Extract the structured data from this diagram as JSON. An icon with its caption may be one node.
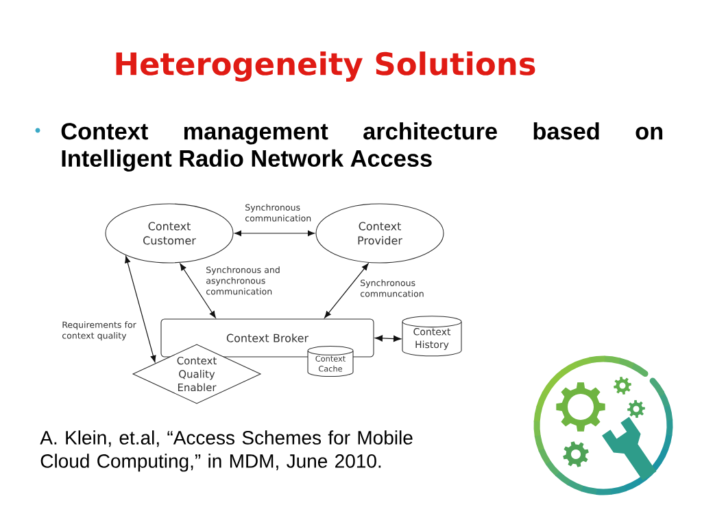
{
  "diagram": {
    "title": "Heterogeneity Solutions",
    "nodes": [
      {
        "text": [
          "Context Customer"
        ]
      },
      {
        "text": [
          "Context Provider"
        ]
      },
      {
        "text": [
          "Context Broker"
        ]
      },
      {
        "text": [
          "Context History"
        ]
      },
      {
        "text": [
          "Context Quality Enabler"
        ]
      },
      {
        "text": [
          "Context Cache"
        ]
      }
    ],
    "edges": [
      {
        "from": 0,
        "to": 1,
        "arrow": "both",
        "label": "Synchronous communication"
      },
      {
        "from": 0,
        "to": 2,
        "arrow": "both",
        "label": "Synchronous and asynchronous communication"
      },
      {
        "from": 1,
        "to": 2,
        "arrow": "both",
        "label": "Synchronous communcation"
      },
      {
        "from": 0,
        "to": 4,
        "arrow": "both",
        "label": "Requirements for context quality"
      },
      {
        "from": 2,
        "to": 3,
        "arrow": "both"
      }
    ],
    "labels": [
      "Context management architecture based on Intelligent Radio Network Access",
      "A. Klein, et.al, “Access Schemes for Mobile Cloud Computing,” in MDM, June 2010."
    ]
  }
}
